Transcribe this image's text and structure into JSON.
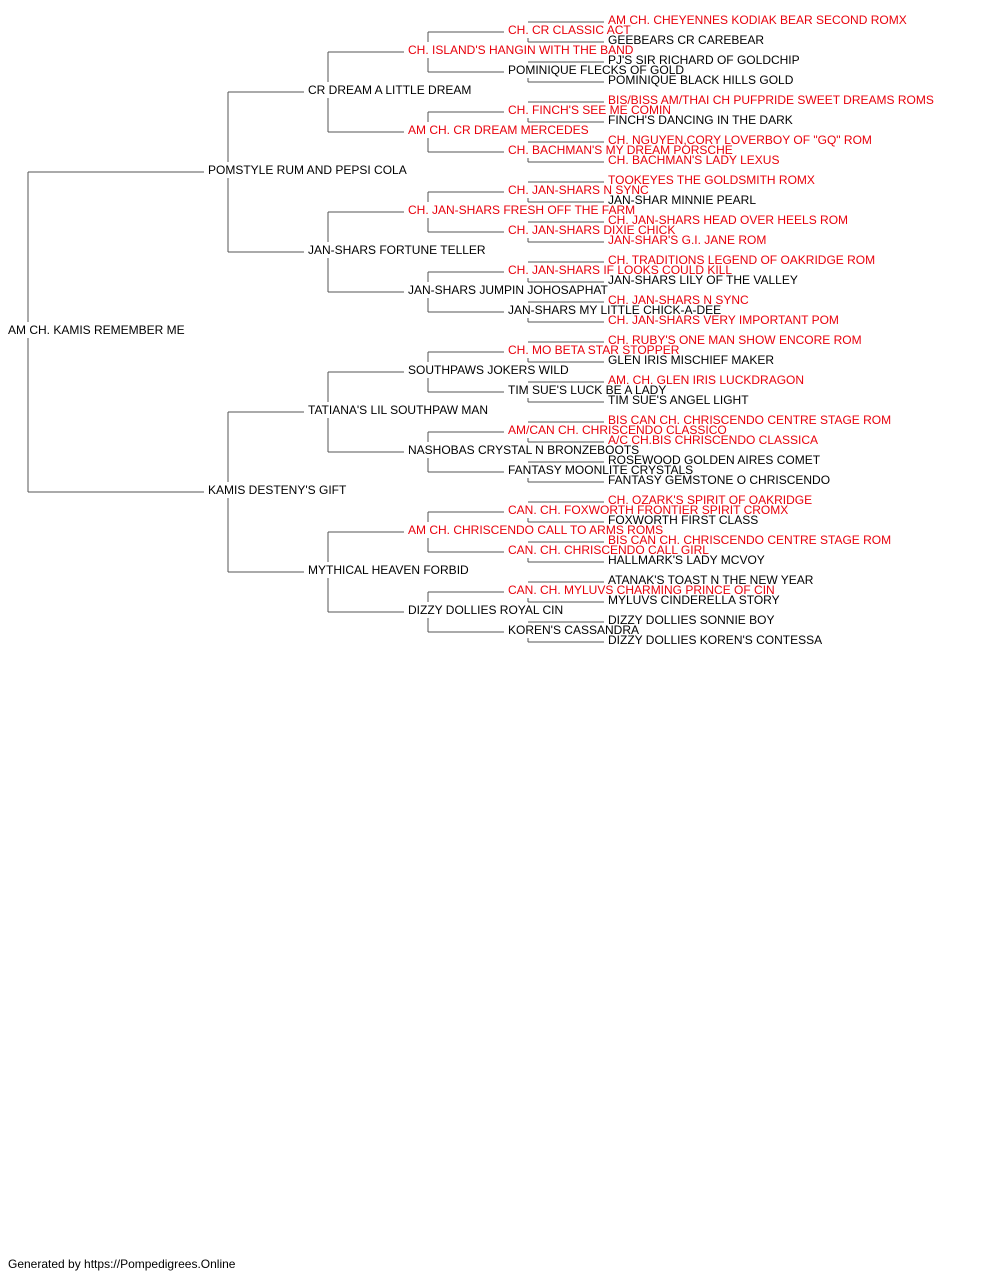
{
  "colors": {
    "champion": "#e8000b",
    "regular": "#000000",
    "line": "#555555"
  },
  "footer": "Generated by https://Pompedigrees.Online",
  "pedigree": {
    "name": "AM CH. KAMIS REMEMBER ME",
    "champion": false,
    "sire": {
      "name": "POMSTYLE RUM AND PEPSI COLA",
      "champion": false,
      "sire": {
        "name": "CR DREAM A LITTLE DREAM",
        "champion": false,
        "sire": {
          "name": "CH. ISLAND'S HANGIN WITH THE BAND",
          "champion": true,
          "sire": {
            "name": "CH. CR CLASSIC ACT",
            "champion": true,
            "sire": {
              "name": "AM CH. CHEYENNES KODIAK BEAR SECOND ROMX",
              "champion": true
            },
            "dam": {
              "name": "GEEBEARS CR CAREBEAR",
              "champion": false
            }
          },
          "dam": {
            "name": "POMINIQUE FLECKS OF GOLD",
            "champion": false,
            "sire": {
              "name": "PJ'S SIR RICHARD OF GOLDCHIP",
              "champion": false
            },
            "dam": {
              "name": "POMINIQUE BLACK HILLS GOLD",
              "champion": false
            }
          }
        },
        "dam": {
          "name": "AM CH. CR DREAM MERCEDES",
          "champion": true,
          "sire": {
            "name": "CH. FINCH'S SEE ME COMIN",
            "champion": true,
            "sire": {
              "name": "BIS/BISS AM/THAI CH PUFPRIDE SWEET DREAMS ROMS",
              "champion": true
            },
            "dam": {
              "name": "FINCH'S DANCING IN THE DARK",
              "champion": false
            }
          },
          "dam": {
            "name": "CH. BACHMAN'S MY DREAM PORSCHE",
            "champion": true,
            "sire": {
              "name": "CH. NGUYEN,CORY LOVERBOY OF \"GQ\" ROM",
              "champion": true
            },
            "dam": {
              "name": "CH. BACHMAN'S LADY LEXUS",
              "champion": true
            }
          }
        }
      },
      "dam": {
        "name": "JAN-SHARS FORTUNE TELLER",
        "champion": false,
        "sire": {
          "name": "CH. JAN-SHARS FRESH OFF THE FARM",
          "champion": true,
          "sire": {
            "name": "CH. JAN-SHARS N SYNC",
            "champion": true,
            "sire": {
              "name": "TOOKEYES THE GOLDSMITH ROMX",
              "champion": true
            },
            "dam": {
              "name": "JAN-SHAR MINNIE PEARL",
              "champion": false
            }
          },
          "dam": {
            "name": "CH. JAN-SHARS DIXIE CHICK",
            "champion": true,
            "sire": {
              "name": "CH. JAN-SHARS HEAD OVER HEELS ROM",
              "champion": true
            },
            "dam": {
              "name": "JAN-SHAR'S G.I. JANE ROM",
              "champion": true
            }
          }
        },
        "dam": {
          "name": "JAN-SHARS JUMPIN JOHOSAPHAT",
          "champion": false,
          "sire": {
            "name": "CH. JAN-SHARS IF LOOKS COULD KILL",
            "champion": true,
            "sire": {
              "name": "CH. TRADITIONS LEGEND OF OAKRIDGE ROM",
              "champion": true
            },
            "dam": {
              "name": "JAN-SHARS LILY OF THE VALLEY",
              "champion": false
            }
          },
          "dam": {
            "name": "JAN-SHARS MY LITTLE CHICK-A-DEE",
            "champion": false,
            "sire": {
              "name": "CH. JAN-SHARS N SYNC",
              "champion": true
            },
            "dam": {
              "name": "CH. JAN-SHARS VERY IMPORTANT POM",
              "champion": true
            }
          }
        }
      }
    },
    "dam": {
      "name": "KAMIS DESTENY'S GIFT",
      "champion": false,
      "sire": {
        "name": "TATIANA'S LIL SOUTHPAW MAN",
        "champion": false,
        "sire": {
          "name": "SOUTHPAWS JOKERS WILD",
          "champion": false,
          "sire": {
            "name": "CH. MO BETA STAR STOPPER",
            "champion": true,
            "sire": {
              "name": "CH. RUBY'S ONE MAN SHOW ENCORE ROM",
              "champion": true
            },
            "dam": {
              "name": "GLEN IRIS MISCHIEF MAKER",
              "champion": false
            }
          },
          "dam": {
            "name": "TIM SUE'S LUCK BE A LADY",
            "champion": false,
            "sire": {
              "name": "AM. CH. GLEN IRIS LUCKDRAGON",
              "champion": true
            },
            "dam": {
              "name": "TIM SUE'S ANGEL LIGHT",
              "champion": false
            }
          }
        },
        "dam": {
          "name": "NASHOBAS CRYSTAL N BRONZEBOOTS",
          "champion": false,
          "sire": {
            "name": "AM/CAN CH. CHRISCENDO CLASSICO",
            "champion": true,
            "sire": {
              "name": "BIS CAN CH. CHRISCENDO CENTRE STAGE ROM",
              "champion": true
            },
            "dam": {
              "name": "A/C CH.BIS CHRISCENDO CLASSICA",
              "champion": true
            }
          },
          "dam": {
            "name": "FANTASY MOONLITE CRYSTALS",
            "champion": false,
            "sire": {
              "name": "ROSEWOOD GOLDEN AIRES COMET",
              "champion": false
            },
            "dam": {
              "name": "FANTASY GEMSTONE O CHRISCENDO",
              "champion": false
            }
          }
        }
      },
      "dam": {
        "name": "MYTHICAL HEAVEN FORBID",
        "champion": false,
        "sire": {
          "name": "AM CH. CHRISCENDO CALL TO ARMS ROMS",
          "champion": true,
          "sire": {
            "name": "CAN. CH. FOXWORTH FRONTIER SPIRIT CROMX",
            "champion": true,
            "sire": {
              "name": "CH. OZARK'S SPIRIT OF OAKRIDGE",
              "champion": true
            },
            "dam": {
              "name": "FOXWORTH FIRST CLASS",
              "champion": false
            }
          },
          "dam": {
            "name": "CAN. CH. CHRISCENDO CALL GIRL",
            "champion": true,
            "sire": {
              "name": "BIS CAN CH. CHRISCENDO CENTRE STAGE ROM",
              "champion": true
            },
            "dam": {
              "name": "HALLMARK'S LADY MCVOY",
              "champion": false
            }
          }
        },
        "dam": {
          "name": "DIZZY DOLLIES ROYAL CIN",
          "champion": false,
          "sire": {
            "name": "CAN. CH. MYLUVS CHARMING PRINCE OF CIN",
            "champion": true,
            "sire": {
              "name": "ATANAK'S TOAST N THE NEW YEAR",
              "champion": false
            },
            "dam": {
              "name": "MYLUVS CINDERELLA STORY",
              "champion": false
            }
          },
          "dam": {
            "name": "KOREN'S CASSANDRA",
            "champion": false,
            "sire": {
              "name": "DIZZY DOLLIES SONNIE BOY",
              "champion": false
            },
            "dam": {
              "name": "DIZZY DOLLIES KOREN'S CONTESSA",
              "champion": false
            }
          }
        }
      }
    }
  }
}
